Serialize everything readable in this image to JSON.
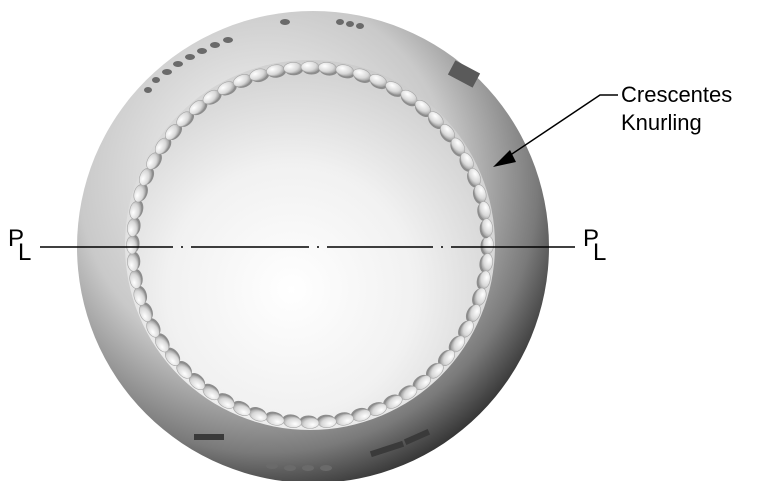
{
  "callout": {
    "line1": "Crescentes",
    "line2": "Knurling"
  },
  "parting_line": {
    "left": {
      "main": "P",
      "sub": "L"
    },
    "right": {
      "main": "P",
      "sub": "L"
    }
  },
  "knurl_count": 64,
  "colors": {
    "background": "#ffffff",
    "line": "#000000",
    "rim_dark": "#1a1a1a",
    "rim_mid": "#8a8a8a",
    "face_light": "#ffffff"
  }
}
